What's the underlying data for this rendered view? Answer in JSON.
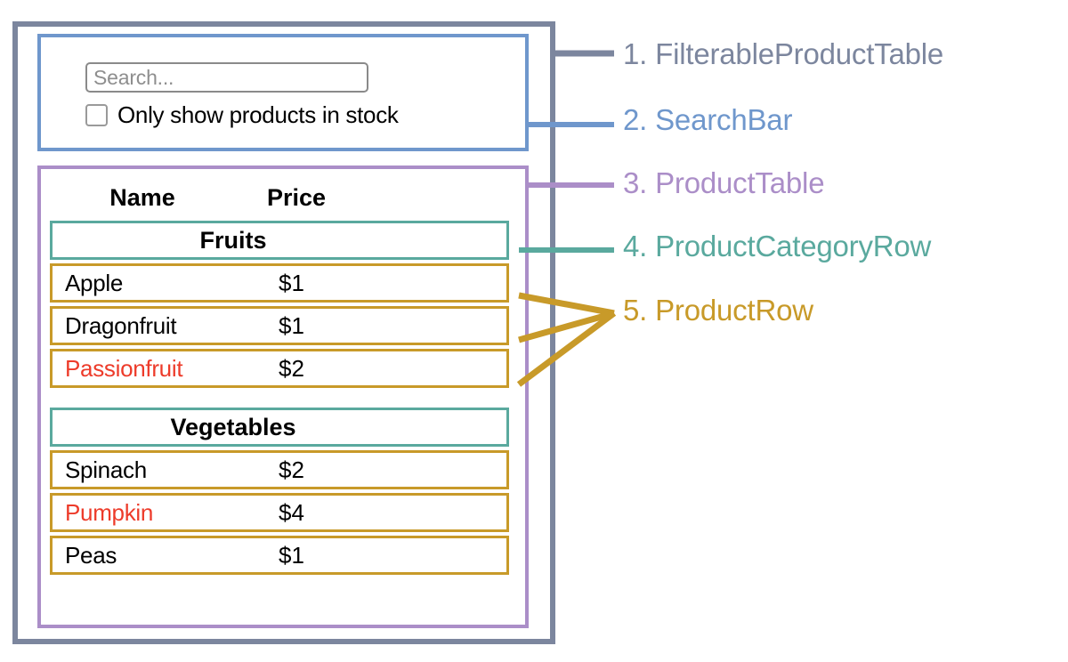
{
  "colors": {
    "filterable_product_table": "#7c869e",
    "search_bar": "#6f97cc",
    "product_table": "#ab8ec8",
    "product_category_row": "#5aa99e",
    "product_row": "#c89a29",
    "out_of_stock_text": "#ed3b2a",
    "text": "#000000",
    "placeholder": "#8e8e8e"
  },
  "search_bar": {
    "input": {
      "value": "",
      "placeholder": "Search..."
    },
    "checkbox": {
      "label": "Only show products in stock",
      "checked": false
    }
  },
  "product_table": {
    "headers": {
      "name": "Name",
      "price": "Price"
    },
    "sections": [
      {
        "category": "Fruits",
        "products": [
          {
            "name": "Apple",
            "price": "$1",
            "in_stock": true
          },
          {
            "name": "Dragonfruit",
            "price": "$1",
            "in_stock": true
          },
          {
            "name": "Passionfruit",
            "price": "$2",
            "in_stock": false
          }
        ]
      },
      {
        "category": "Vegetables",
        "products": [
          {
            "name": "Spinach",
            "price": "$2",
            "in_stock": true
          },
          {
            "name": "Pumpkin",
            "price": "$4",
            "in_stock": false
          },
          {
            "name": "Peas",
            "price": "$1",
            "in_stock": true
          }
        ]
      }
    ]
  },
  "legend": {
    "items": [
      {
        "number": "1.",
        "label": "FilterableProductTable",
        "color": "#7c869e"
      },
      {
        "number": "2.",
        "label": "SearchBar",
        "color": "#6f97cc"
      },
      {
        "number": "3.",
        "label": "ProductTable",
        "color": "#ab8ec8"
      },
      {
        "number": "4.",
        "label": "ProductCategoryRow",
        "color": "#5aa99e"
      },
      {
        "number": "5.",
        "label": "ProductRow",
        "color": "#c89a29"
      }
    ]
  }
}
